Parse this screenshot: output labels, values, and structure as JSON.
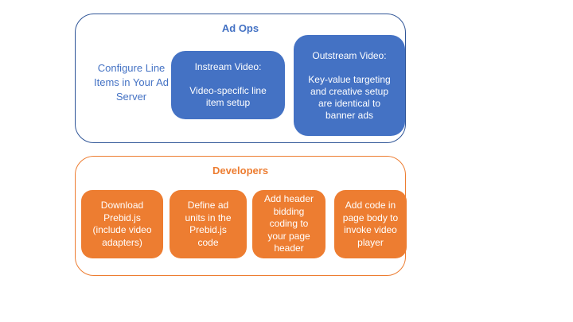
{
  "colors": {
    "box_blue": "#4472c4",
    "border_blue": "#2f5597",
    "orange": "#ed7d31",
    "box_text": "#ffffff",
    "background": "#ffffff"
  },
  "ad_ops": {
    "title": "Ad Ops",
    "side_note": "Configure Line\nItems in Your Ad\nServer",
    "boxes": [
      {
        "name": "instream-video",
        "text": "Instream Video:\n\nVideo-specific line\nitem setup"
      },
      {
        "name": "outstream-video",
        "text": "Outstream Video:\n\nKey-value targeting\nand creative setup\nare identical to\nbanner ads"
      }
    ]
  },
  "developers": {
    "title": "Developers",
    "boxes": [
      {
        "name": "download-prebid",
        "text": "Download\nPrebid.js\n(include video\nadapters)"
      },
      {
        "name": "define-ad-units",
        "text": "Define ad\nunits in the\nPrebid.js\ncode"
      },
      {
        "name": "add-header-bidding",
        "text": "Add header\nbidding\ncoding to\nyour page\nheader"
      },
      {
        "name": "add-page-body-code",
        "text": "Add code in\npage body to\ninvoke video\nplayer"
      }
    ]
  }
}
